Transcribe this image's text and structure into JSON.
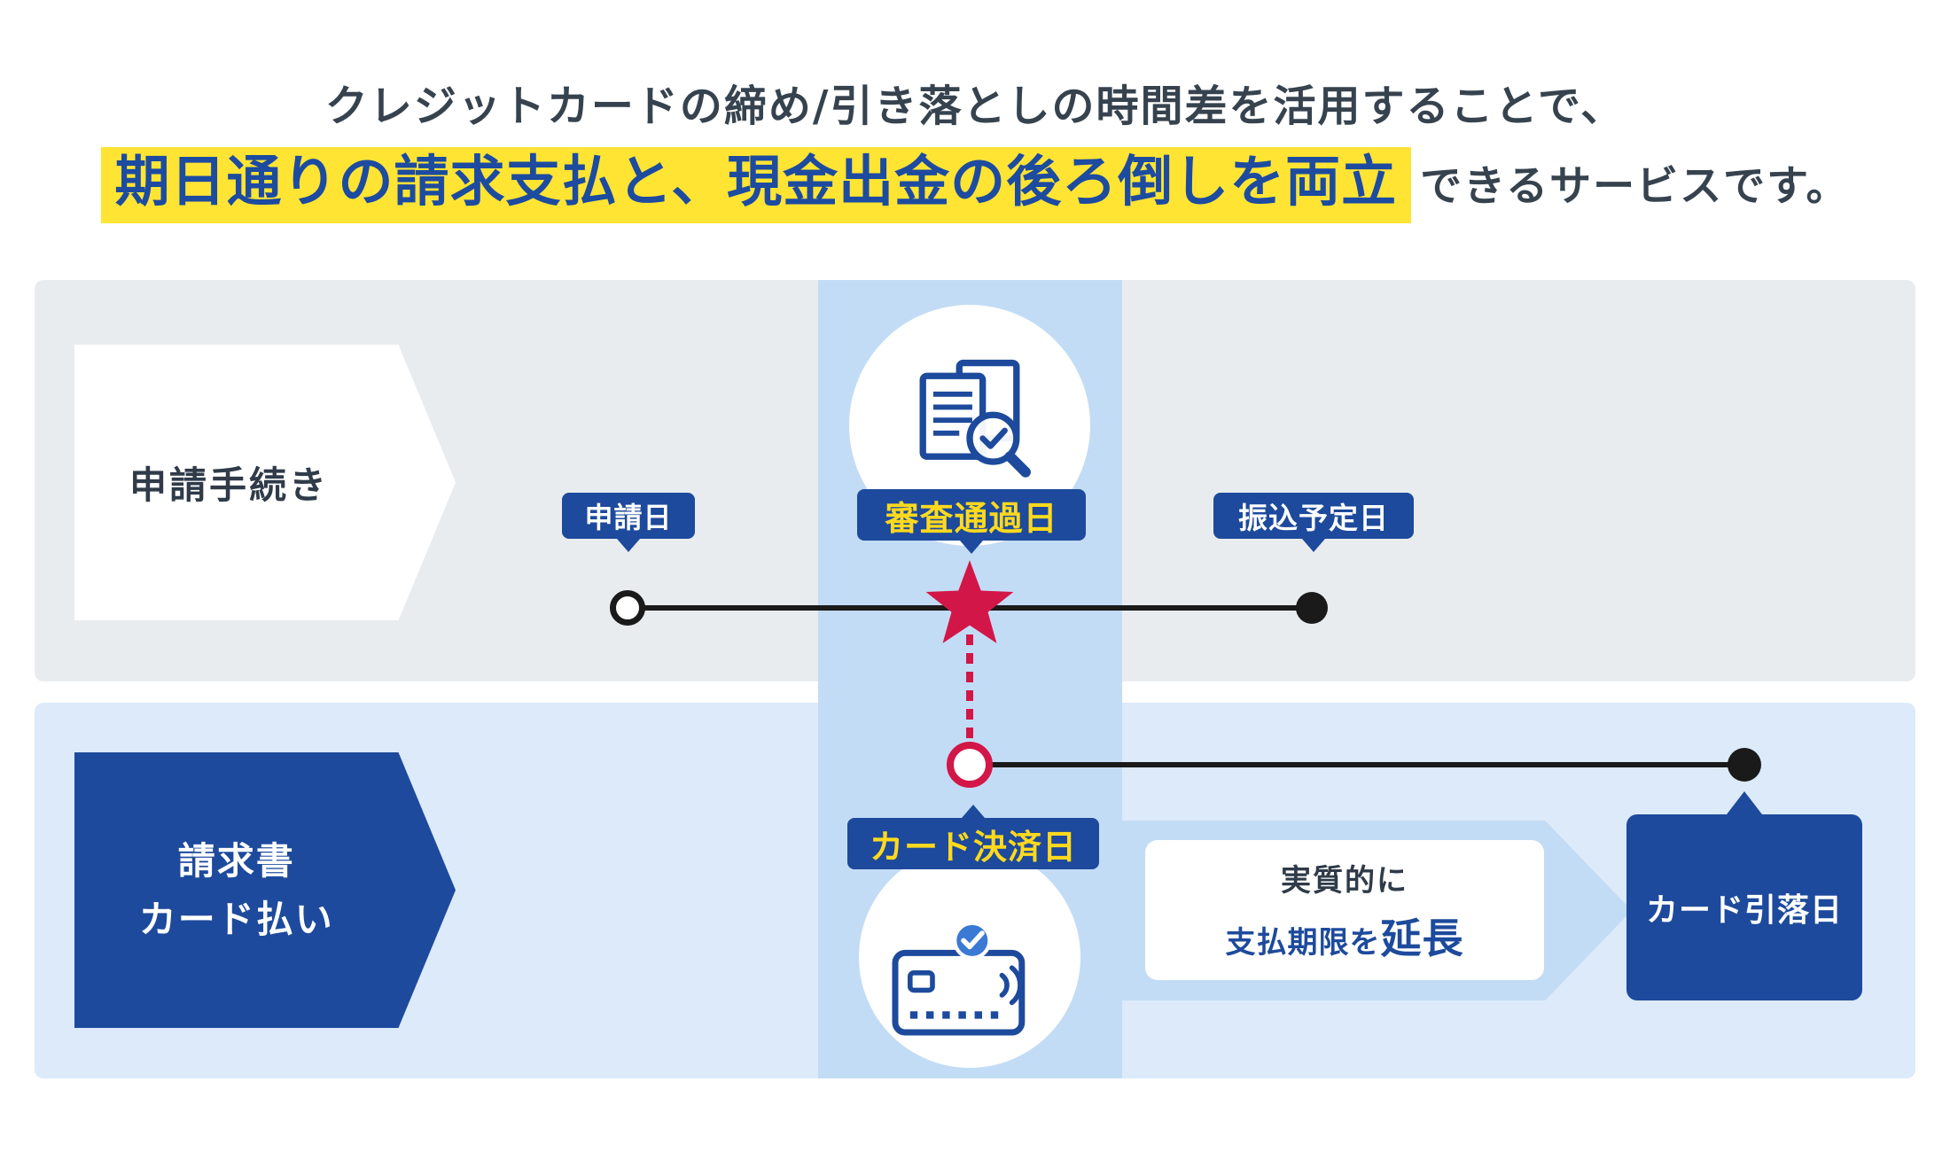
{
  "title": {
    "line1": "クレジットカードの締め/引き落としの時間差を活用することで、",
    "line2_highlight": "期日通りの請求支払と、現金出金の後ろ倒しを両立",
    "line2_suffix": "できるサービスです。"
  },
  "lanes": {
    "application": {
      "label": "申請手続き"
    },
    "invoice_card": {
      "line1": "請求書",
      "line2": "カード払い"
    }
  },
  "milestones": {
    "application_date": "申請日",
    "screening_pass_date": "審査通過日",
    "transfer_scheduled_date": "振込予定日",
    "card_payment_date": "カード決済日",
    "card_withdrawal_date": "カード引落日"
  },
  "callout": {
    "line1": "実質的に",
    "line2_prefix": "支払期限を",
    "line2_emphasis": "延長"
  },
  "icons": {
    "screening": "document-magnifier-check-icon",
    "card_payment": "credit-card-check-icon",
    "screening_milestone": "star-icon"
  },
  "colors": {
    "deep_blue": "#1d4a9c",
    "highlight_yellow": "#ffe434",
    "badge_yellow_text": "#ffd91e",
    "accent_red": "#d31648",
    "lane_gray": "#e9ecef",
    "lane_light_blue": "#dceafa",
    "column_blue": "#c3dcf5",
    "timeline_black": "#1a1a1a",
    "title_dark": "#36434f"
  }
}
